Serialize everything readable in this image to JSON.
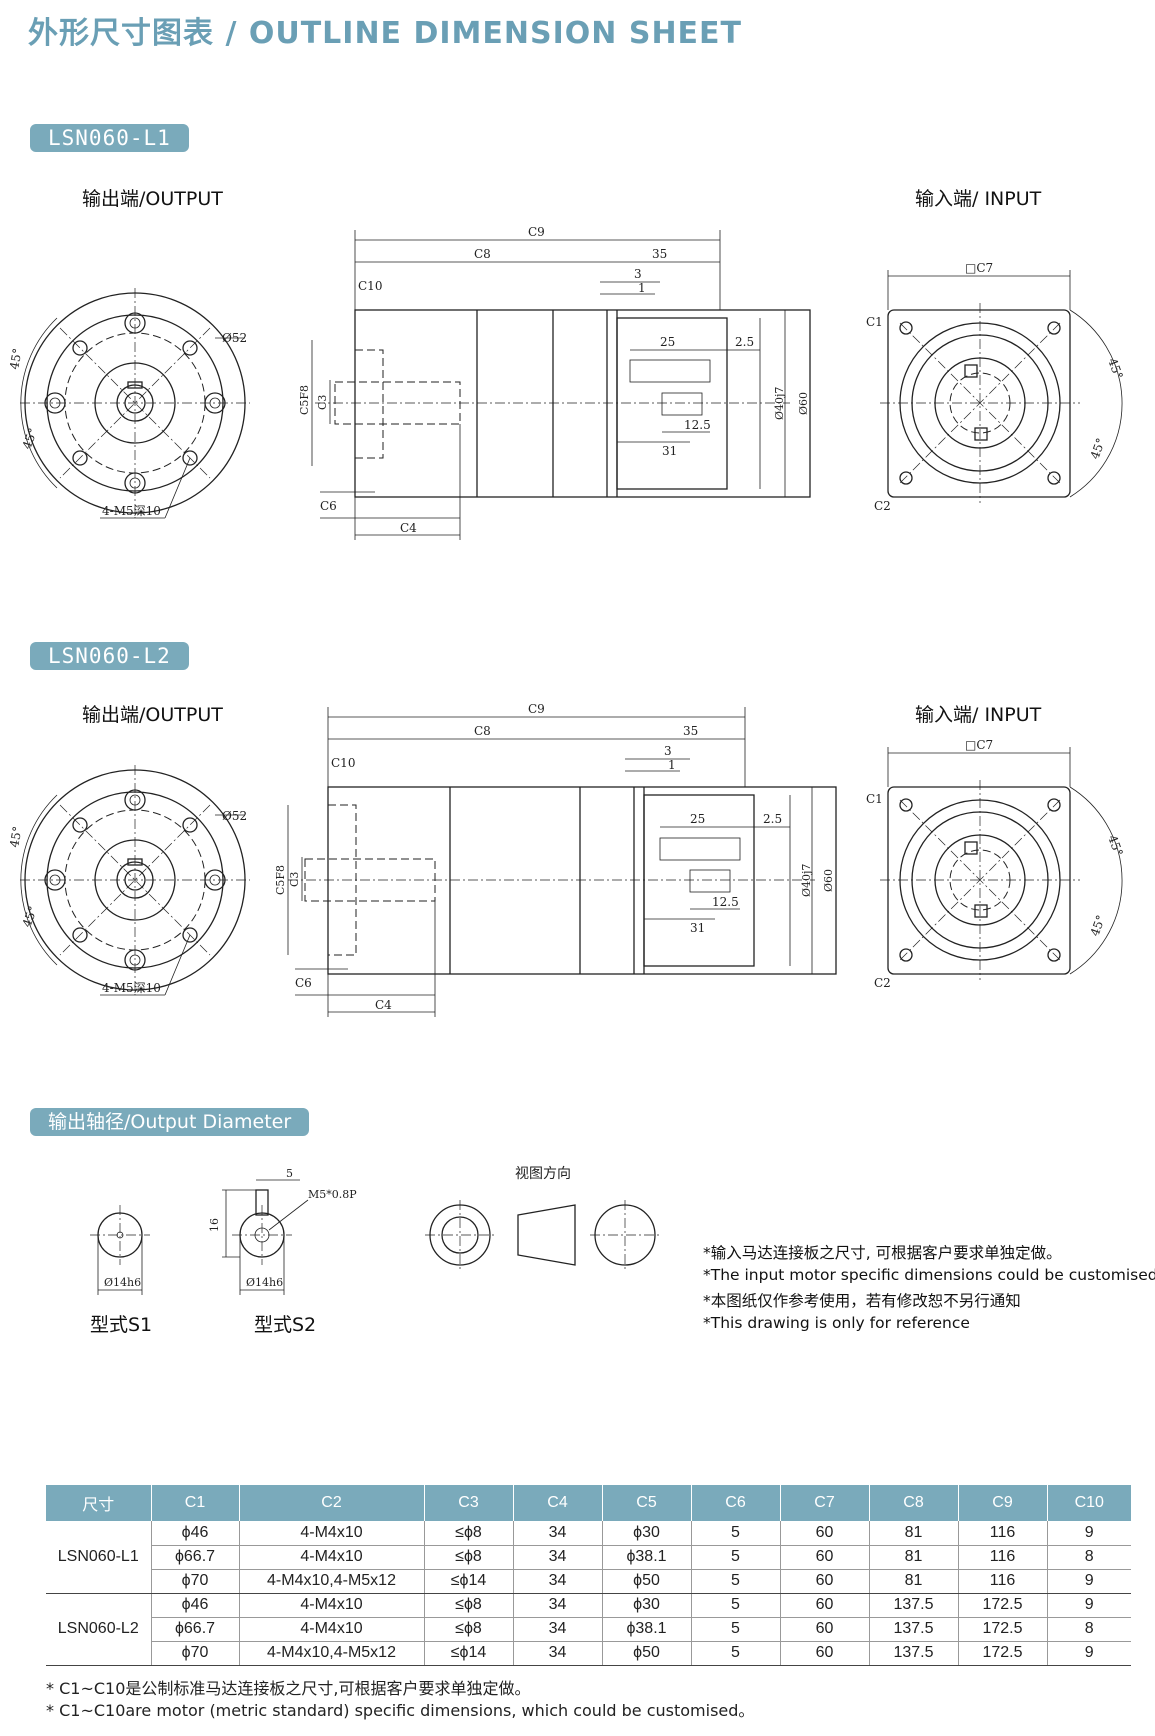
{
  "title": "外形尺寸图表 / OUTLINE DIMENSION SHEET",
  "models": [
    {
      "tag": "LSN060-L1",
      "output_label": "输出端/OUTPUT",
      "input_label": "输入端/ INPUT",
      "dims": {
        "c9": "C9",
        "c8": "C8",
        "d35": "35",
        "d3": "3",
        "d1": "1",
        "c10": "C10",
        "d25": "25",
        "d2_5": "2.5",
        "c5": "C5F8",
        "c3": "C3",
        "d12_5": "12.5",
        "d31": "31",
        "d40": "Ø40j7",
        "d60": "Ø60",
        "c6": "C6",
        "c4": "C4",
        "phi52": "Ø52",
        "angle45a": "45°",
        "angle45b": "45°",
        "bolts": "4-M5深10",
        "c7": "□C7",
        "c1": "C1",
        "c2": "C2",
        "angle45c": "45°",
        "angle45d": "45°"
      }
    },
    {
      "tag": "LSN060-L2",
      "output_label": "输出端/OUTPUT",
      "input_label": "输入端/ INPUT",
      "dims": {
        "c9": "C9",
        "c8": "C8",
        "d35": "35",
        "d3": "3",
        "d1": "1",
        "c10": "C10",
        "d25": "25",
        "d2_5": "2.5",
        "c5": "C5F8",
        "c3": "C3",
        "d12_5": "12.5",
        "d31": "31",
        "d40": "Ø40j7",
        "d60": "Ø60",
        "c6": "C6",
        "c4": "C4",
        "phi52": "Ø52",
        "angle45a": "45°",
        "angle45b": "45°",
        "bolts": "4-M5深10",
        "c7": "□C7",
        "c1": "C1",
        "c2": "C2",
        "angle45c": "45°",
        "angle45d": "45°"
      }
    }
  ],
  "output_diameter": {
    "tag": "输出轴径/Output Diameter",
    "s1_dim": "Ø14h6",
    "s1_label": "型式S1",
    "s2_dim": "Ø14h6",
    "s2_label": "型式S2",
    "s2_key_width": "5",
    "s2_thread": "M5*0.8P",
    "s2_height": "16",
    "view_direction": "视图方向"
  },
  "notes": [
    "*输入马达连接板之尺寸, 可根据客户要求单独定做。",
    "*The input motor specific dimensions could be customised.",
    "*本图纸仅作参考使用，若有修改恕不另行通知",
    "*This drawing is only for reference"
  ],
  "table": {
    "headers": [
      "尺寸",
      "C1",
      "C2",
      "C3",
      "C4",
      "C5",
      "C6",
      "C7",
      "C8",
      "C9",
      "C10"
    ],
    "groups": [
      {
        "model": "LSN060-L1",
        "rows": [
          [
            "ϕ46",
            "4-M4x10",
            "≤ϕ8",
            "34",
            "ϕ30",
            "5",
            "60",
            "81",
            "116",
            "9"
          ],
          [
            "ϕ66.7",
            "4-M4x10",
            "≤ϕ8",
            "34",
            "ϕ38.1",
            "5",
            "60",
            "81",
            "116",
            "8"
          ],
          [
            "ϕ70",
            "4-M4x10,4-M5x12",
            "≤ϕ14",
            "34",
            "ϕ50",
            "5",
            "60",
            "81",
            "116",
            "9"
          ]
        ]
      },
      {
        "model": "LSN060-L2",
        "rows": [
          [
            "ϕ46",
            "4-M4x10",
            "≤ϕ8",
            "34",
            "ϕ30",
            "5",
            "60",
            "137.5",
            "172.5",
            "9"
          ],
          [
            "ϕ66.7",
            "4-M4x10",
            "≤ϕ8",
            "34",
            "ϕ38.1",
            "5",
            "60",
            "137.5",
            "172.5",
            "8"
          ],
          [
            "ϕ70",
            "4-M4x10,4-M5x12",
            "≤ϕ14",
            "34",
            "ϕ50",
            "5",
            "60",
            "137.5",
            "172.5",
            "9"
          ]
        ]
      }
    ]
  },
  "footnotes": [
    "* C1~C10是公制标准马达连接板之尺寸,可根据客户要求单独定做。",
    "* C1~C10are motor (metric standard) specific dimensions, which could be customised。"
  ],
  "colors": {
    "accent": "#7aaabb",
    "title": "#6a9fb5"
  }
}
